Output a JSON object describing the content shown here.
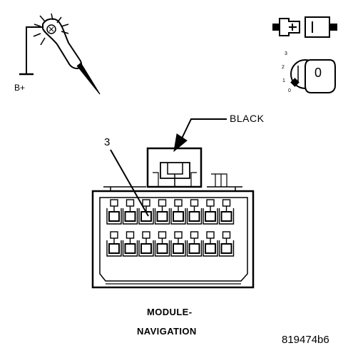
{
  "probe": {
    "supply_label": "B+"
  },
  "connector": {
    "color_label": "BLACK",
    "pin_label": "3",
    "name_line1": "MODULE-",
    "name_line2": "NAVIGATION"
  },
  "ignition_key": {
    "positions": [
      "3",
      "2",
      "1",
      "0"
    ],
    "key_label": "0"
  },
  "figure_id": "819474b6"
}
